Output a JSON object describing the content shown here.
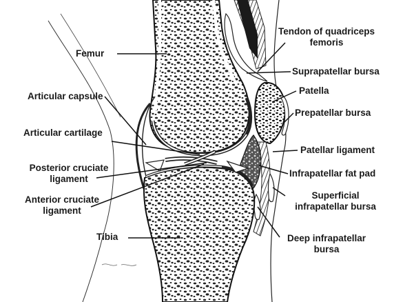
{
  "labels": {
    "femur": "Femur",
    "articular_capsule": "Articular capsule",
    "articular_cartilage": "Articular cartilage",
    "posterior_cruciate_1": "Posterior cruciate",
    "posterior_cruciate_2": "ligament",
    "anterior_cruciate_1": "Anterior cruciate",
    "anterior_cruciate_2": "ligament",
    "tibia": "Tibia",
    "tendon_quadriceps_1": "Tendon of quadriceps",
    "tendon_quadriceps_2": "femoris",
    "suprapatellar_bursa": "Suprapatellar bursa",
    "patella": "Patella",
    "prepatellar_bursa": "Prepatellar bursa",
    "patellar_ligament": "Patellar ligament",
    "infrapatellar_fat_pad": "Infrapatellar fat pad",
    "superficial_infrapatellar_1": "Superficial",
    "superficial_infrapatellar_2": "infrapatellar bursa",
    "deep_infrapatellar_1": "Deep infrapatellar",
    "deep_infrapatellar_2": "bursa"
  },
  "colors": {
    "ink": "#1a1a1a",
    "bone_fill": "#ffffff",
    "spongy": "#2b2b2b",
    "background": "#ffffff"
  }
}
